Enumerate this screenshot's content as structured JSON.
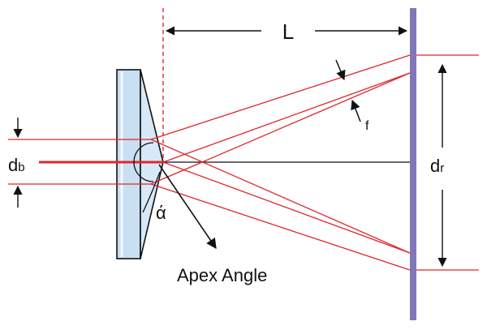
{
  "labels": {
    "length": "L",
    "beam_diameter_main": "d",
    "beam_diameter_sub": "b",
    "ring_diameter_main": "d",
    "ring_diameter_sub": "r",
    "ring_width": "f",
    "angle": "ά",
    "apex_angle": "Apex Angle"
  },
  "colors": {
    "beam": "#e0262b",
    "screen": "#8077b8",
    "lens_fill": "#c9dff2",
    "lens_stroke": "#111111",
    "dashed_line": "#e0262b",
    "arrows": "#111111"
  }
}
